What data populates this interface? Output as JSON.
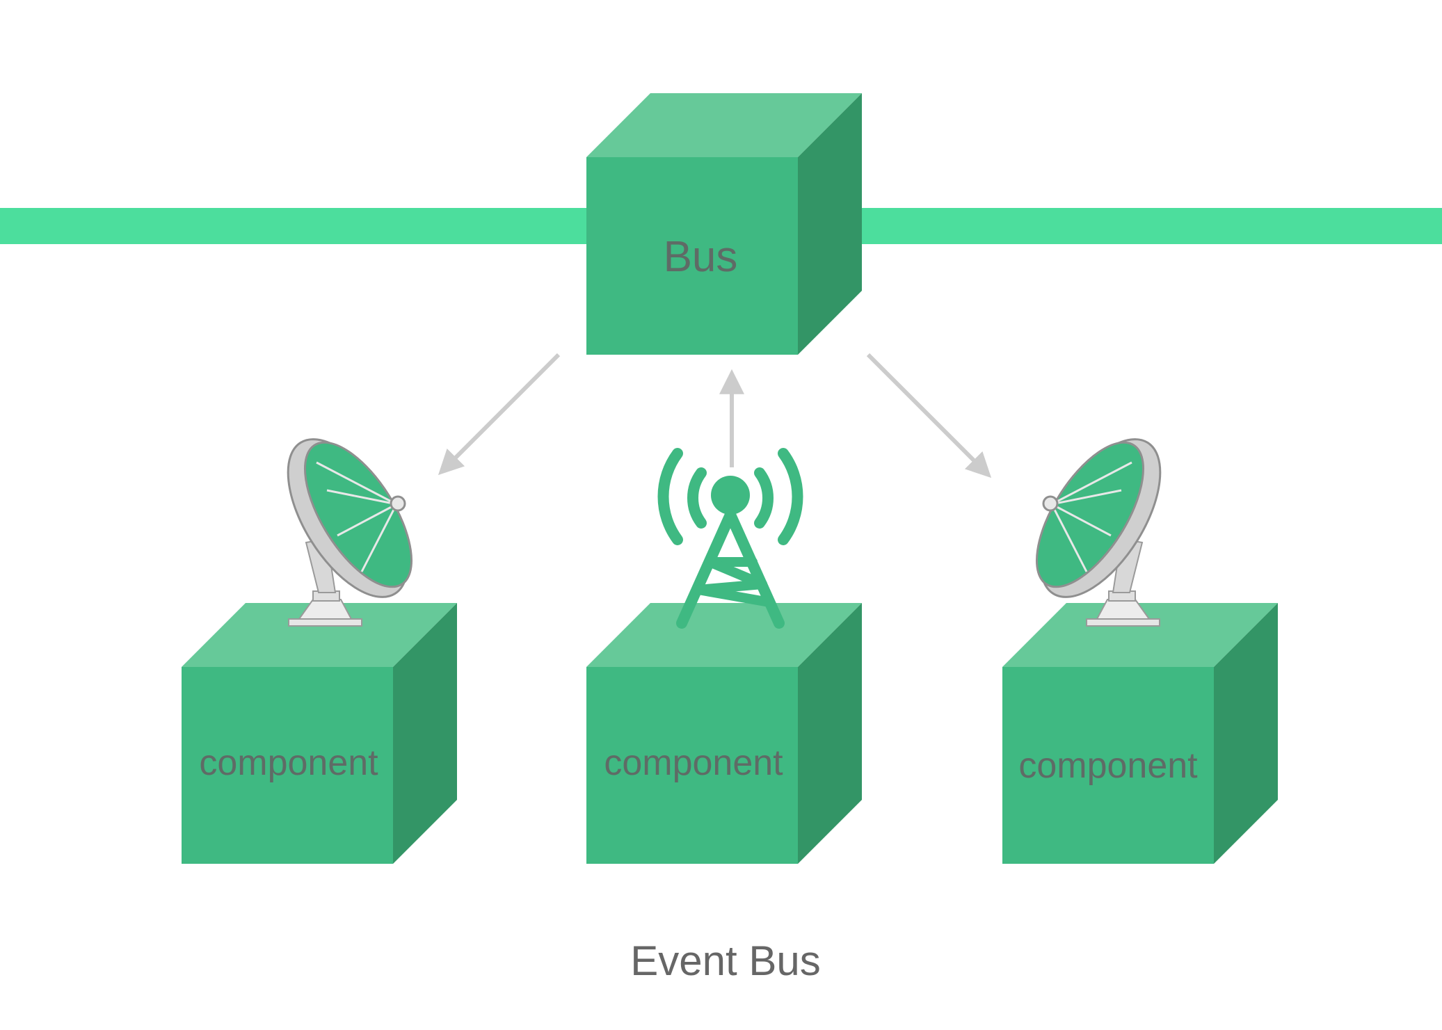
{
  "bus": {
    "label": "Bus"
  },
  "components": [
    {
      "label": "component",
      "device": "satellite-dish"
    },
    {
      "label": "component",
      "device": "signal-tower"
    },
    {
      "label": "component",
      "device": "satellite-dish"
    }
  ],
  "caption": "Event Bus",
  "colors": {
    "bus_bar": "#4cde9d",
    "cube_front": "#3fb982",
    "cube_top": "#66c999",
    "cube_side": "#339566",
    "arrow": "#cccccc",
    "label_text": "#5f6b66",
    "caption_text": "#666666"
  }
}
